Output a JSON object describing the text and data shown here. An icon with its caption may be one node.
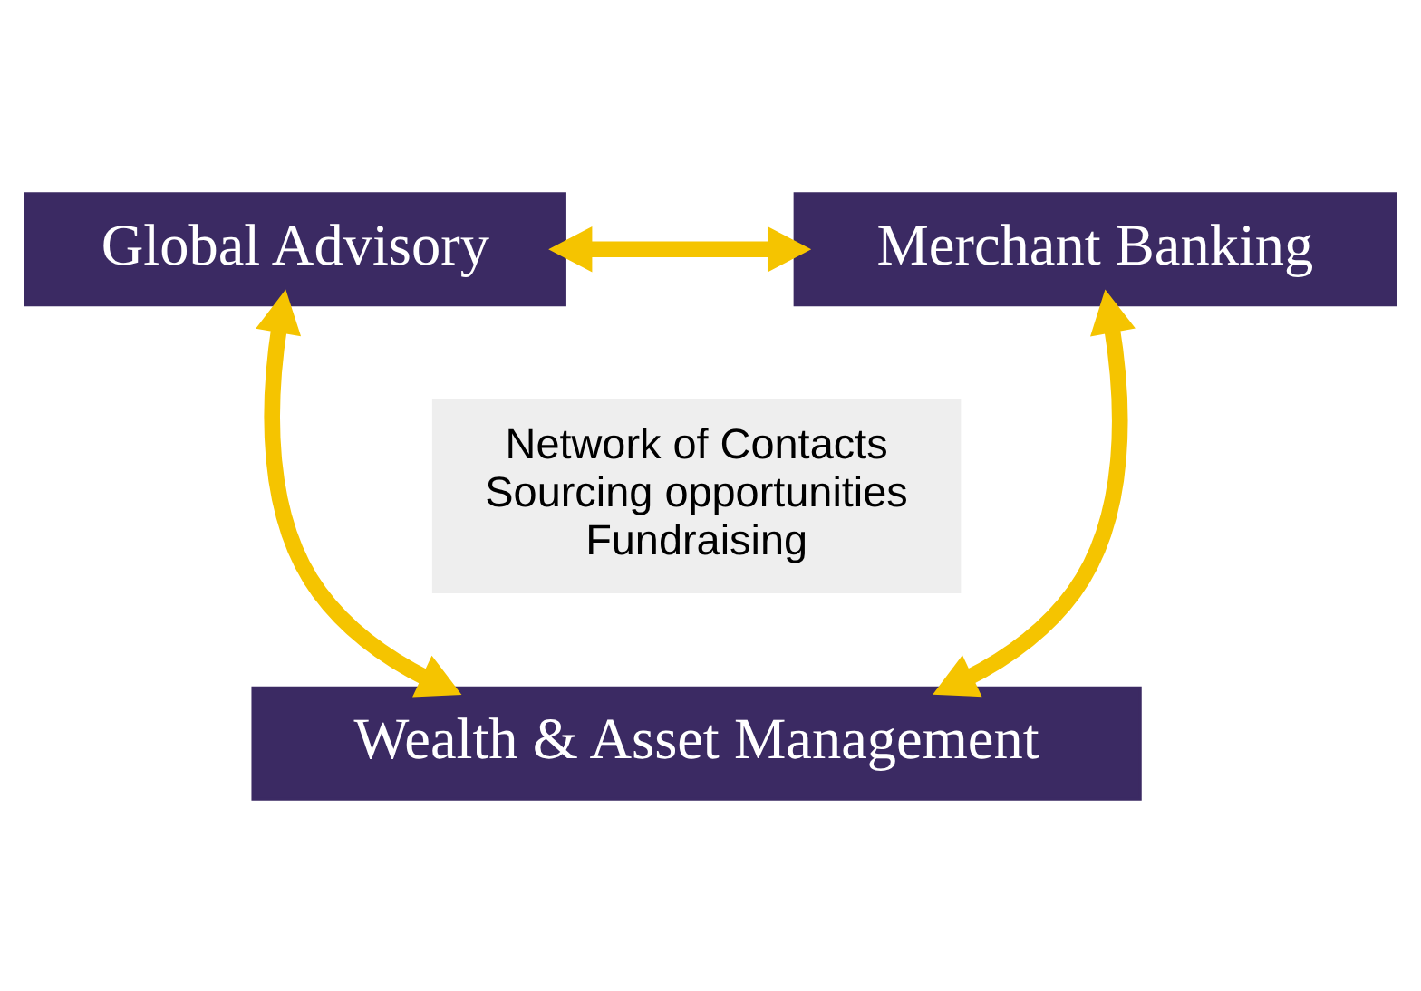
{
  "diagram": {
    "nodes": [
      {
        "text": [
          "Global Advisory"
        ]
      },
      {
        "text": [
          "Merchant Banking"
        ]
      },
      {
        "text": [
          "Wealth & Asset Management"
        ]
      },
      {
        "text": [
          "Network of Contacts",
          "Sourcing opportunities",
          "Fundraising"
        ]
      }
    ],
    "edges": [
      {
        "from": 0,
        "to": 1,
        "arrow": "both"
      },
      {
        "from": 0,
        "to": 2,
        "arrow": "both"
      },
      {
        "from": 1,
        "to": 2,
        "arrow": "both"
      }
    ]
  }
}
